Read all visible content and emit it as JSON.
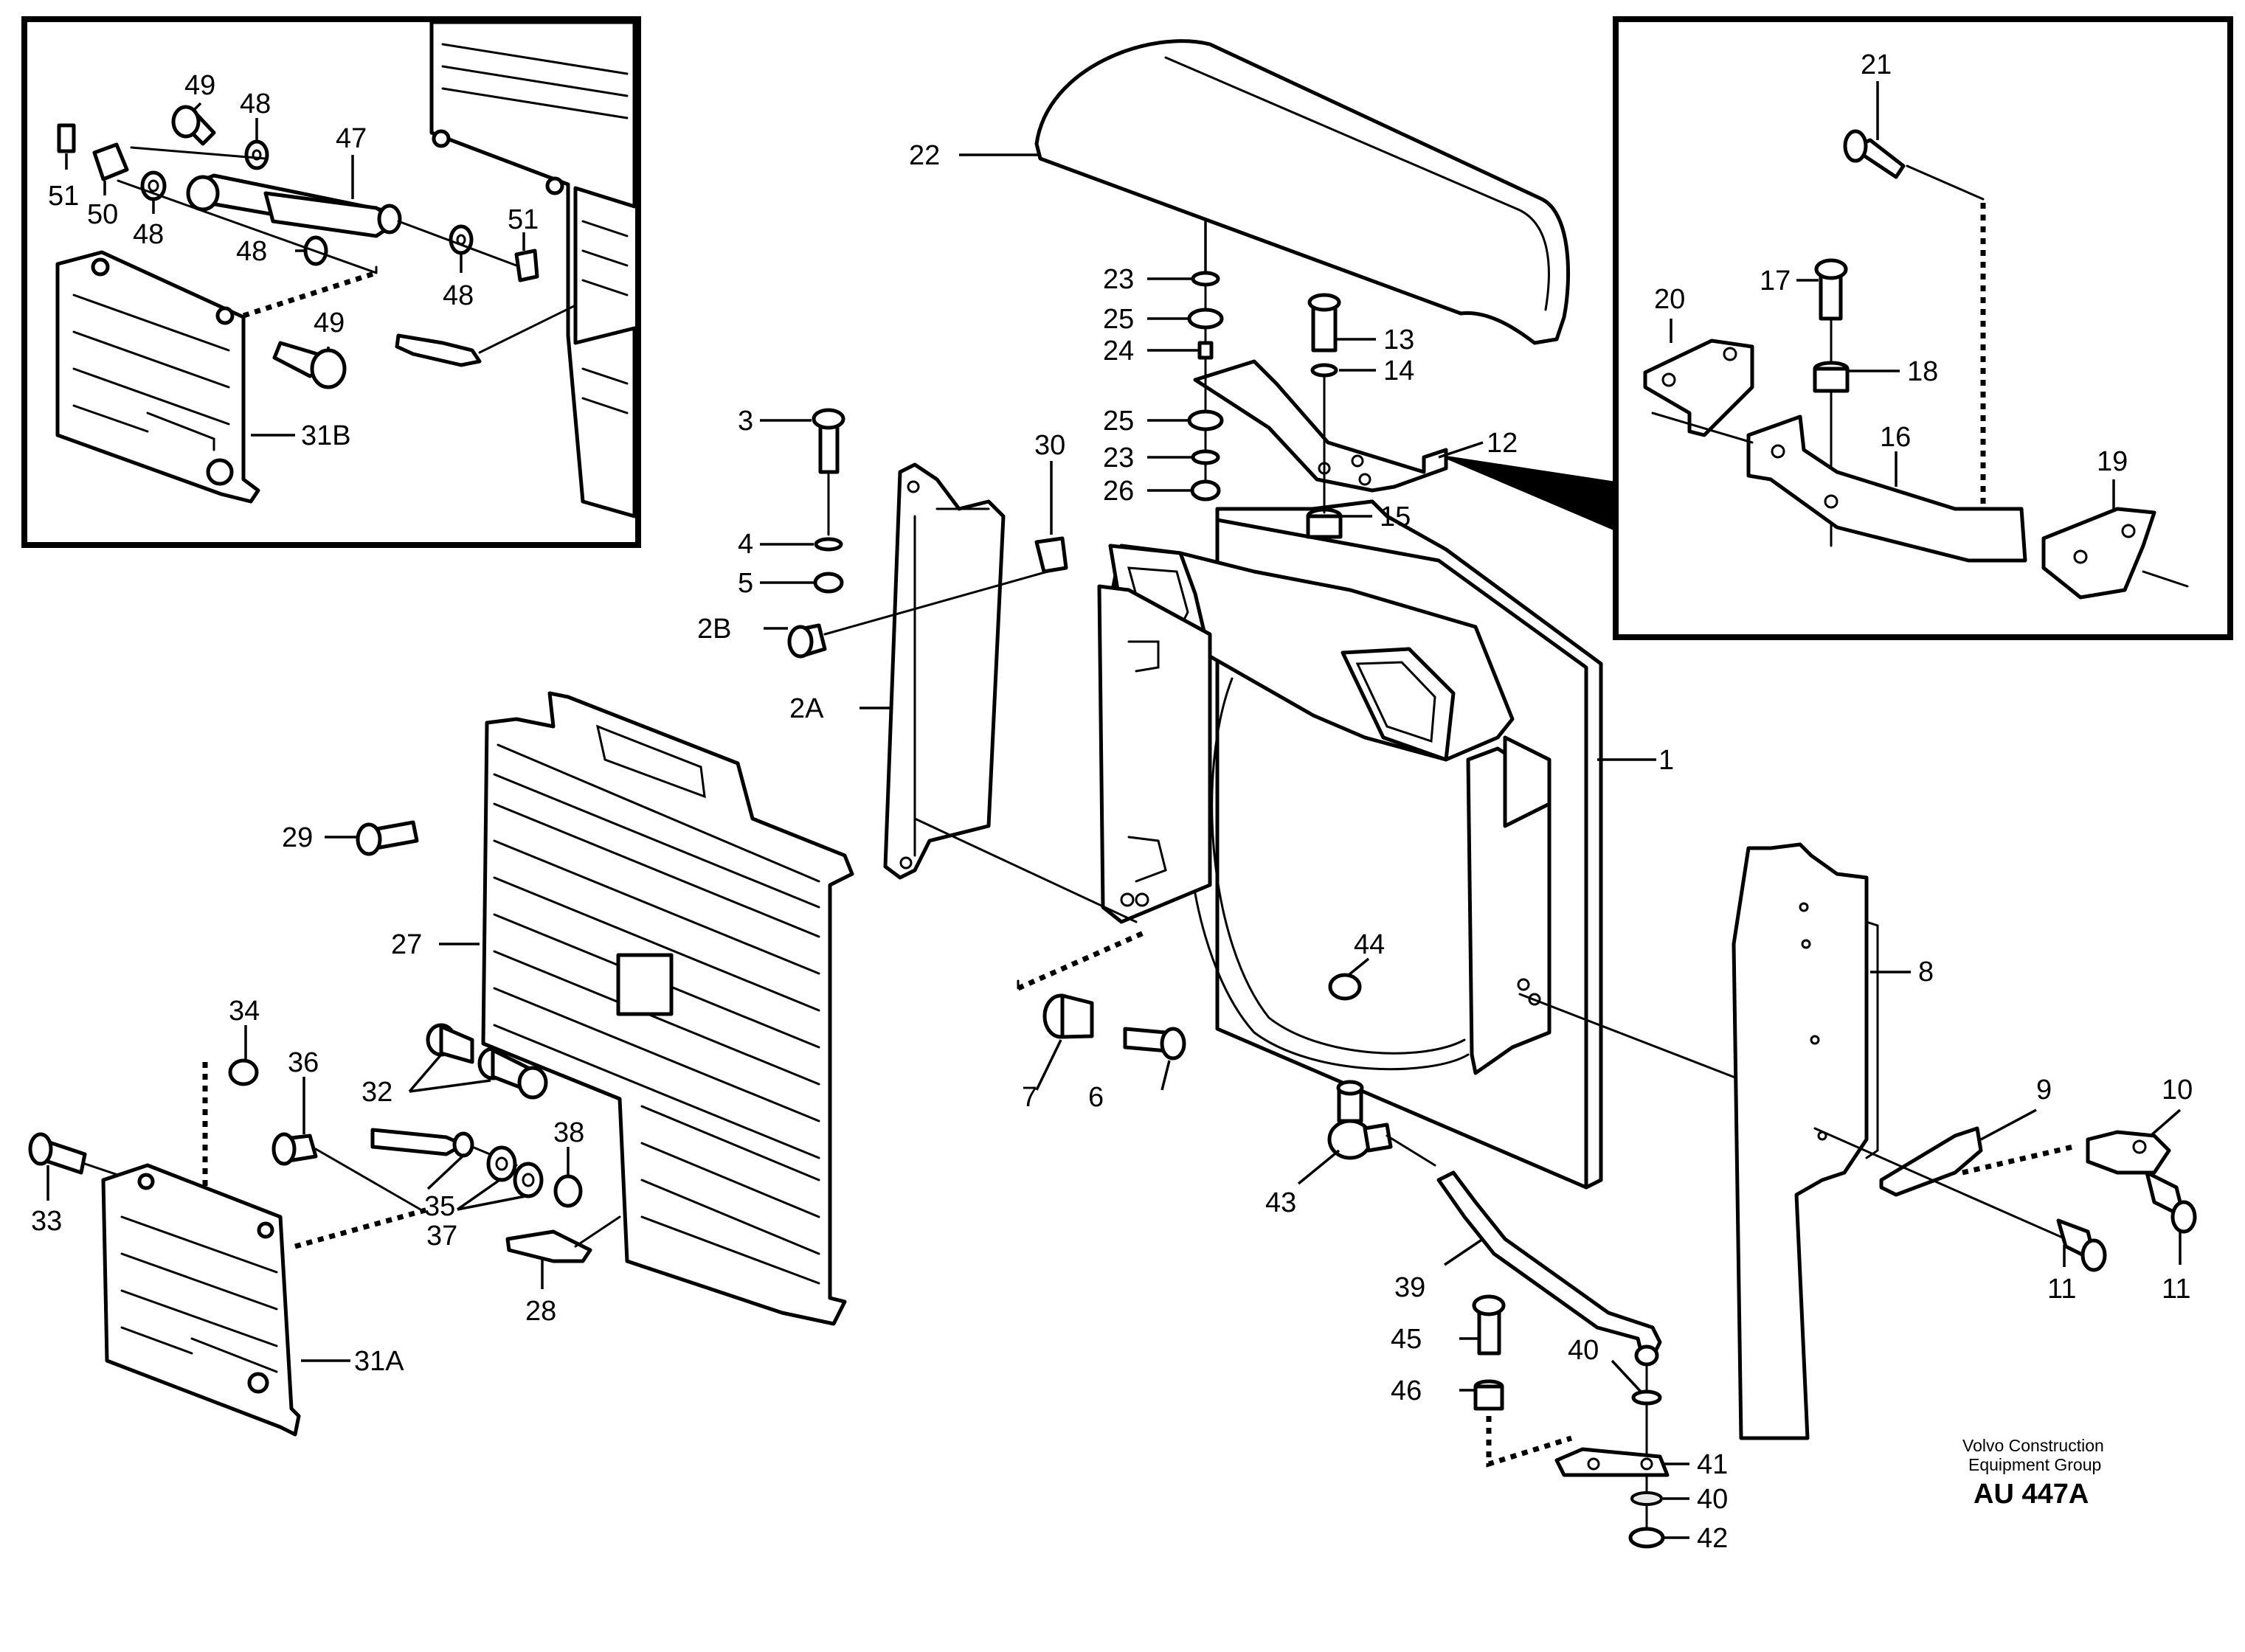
{
  "figure": {
    "credit_line1": "Volvo Construction",
    "credit_line2": "Equipment Group",
    "code": "AU 447A"
  },
  "callouts": {
    "c1": "1",
    "c2A": "2A",
    "c2B": "2B",
    "c3": "3",
    "c4": "4",
    "c5": "5",
    "c6": "6",
    "c7": "7",
    "c8": "8",
    "c9": "9",
    "c10": "10",
    "c11a": "11",
    "c11b": "11",
    "c12": "12",
    "c13": "13",
    "c14": "14",
    "c15": "15",
    "c16": "16",
    "c17": "17",
    "c18": "18",
    "c19": "19",
    "c20": "20",
    "c21": "21",
    "c22": "22",
    "c23a": "23",
    "c23b": "23",
    "c24": "24",
    "c25a": "25",
    "c25b": "25",
    "c26": "26",
    "c27": "27",
    "c28": "28",
    "c29": "29",
    "c30": "30",
    "c31A": "31A",
    "c31B": "31B",
    "c32": "32",
    "c33": "33",
    "c34": "34",
    "c35": "35",
    "c36": "36",
    "c37": "37",
    "c38": "38",
    "c39": "39",
    "c40a": "40",
    "c40b": "40",
    "c41": "41",
    "c42": "42",
    "c43": "43",
    "c44": "44",
    "c45": "45",
    "c46": "46",
    "c47": "47",
    "c48a": "48",
    "c48b": "48",
    "c48c": "48",
    "c48d": "48",
    "c49a": "49",
    "c49b": "49",
    "c50": "50",
    "c51a": "51",
    "c51b": "51"
  }
}
